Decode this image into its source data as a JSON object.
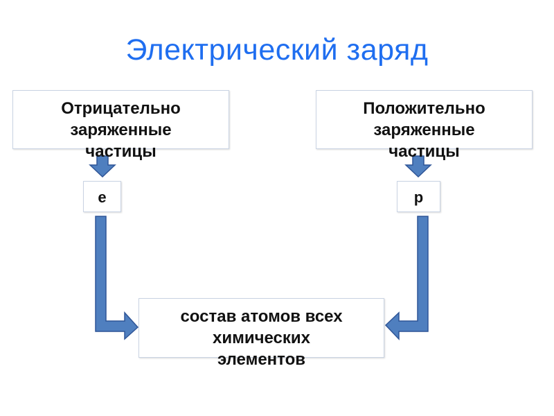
{
  "title": "Электрический заряд",
  "negative": {
    "lines": [
      "Отрицательно",
      "заряженные",
      "частицы"
    ]
  },
  "positive": {
    "lines": [
      "Положительно",
      "заряженные",
      "частицы"
    ]
  },
  "electron": {
    "label": "e"
  },
  "proton": {
    "label": "p"
  },
  "composition": {
    "lines": [
      "состав атомов всех",
      "химических",
      "элементов"
    ]
  },
  "colors": {
    "title": "#1f6ef0",
    "arrow_fill": "#4f7fbf",
    "arrow_stroke": "#2f5597"
  }
}
